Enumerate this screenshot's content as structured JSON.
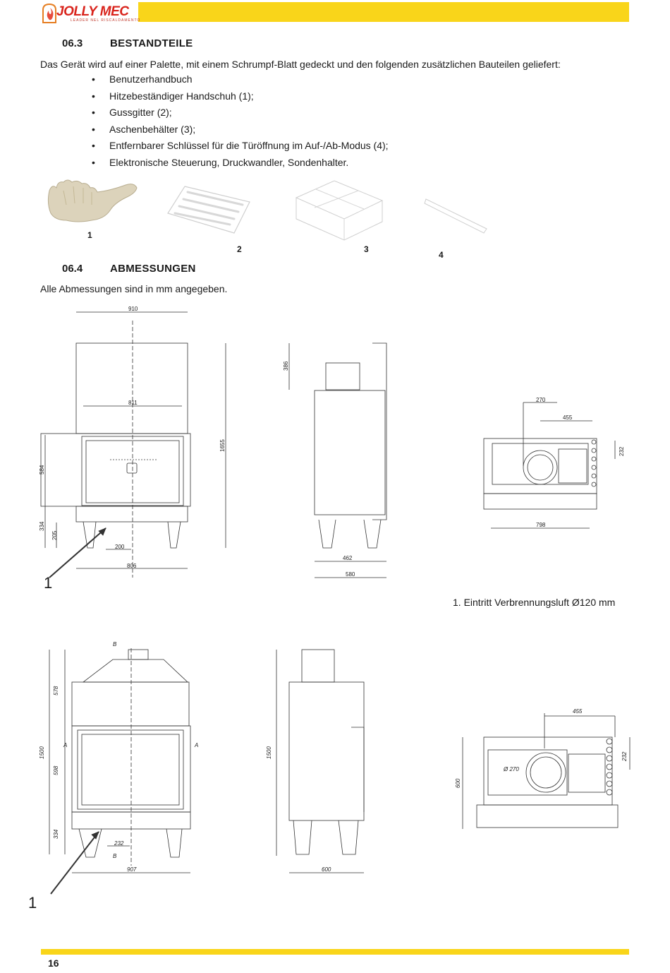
{
  "header": {
    "logo_text": "JOLLY MEC",
    "logo_tagline": "LEADER NEL RISCALDAMENTO",
    "accent_color": "#f9d51a",
    "logo_color": "#d9241c"
  },
  "section_components": {
    "number": "06.3",
    "title": "BESTANDTEILE",
    "intro": "Das Gerät wird auf einer Palette, mit einem Schrumpf-Blatt gedeckt und den folgenden zusätzlichen Bauteilen geliefert:",
    "items": [
      "Benutzerhandbuch",
      "Hitzebeständiger Handschuh (1);",
      "Gussgitter (2);",
      "Aschenbehälter (3);",
      "Entfernbarer Schlüssel für die Türöffnung im Auf-/Ab-Modus (4);",
      "Elektronische Steuerung, Druckwandler, Sondenhalter."
    ],
    "image_labels": [
      "1",
      "2",
      "3",
      "4"
    ]
  },
  "section_dimensions": {
    "number": "06.4",
    "title": "ABMESSUNGEN",
    "intro": "Alle Abmessungen sind in mm angegeben.",
    "caption": "1. Eintritt Verbrennungsluft Ø120 mm",
    "marker": "1"
  },
  "drawing1": {
    "front": {
      "width_top": "910",
      "width_inner": "811",
      "height_total": "1655",
      "height_door": "584",
      "height_base": "334",
      "height_inlet": "205",
      "inlet_offset": "200",
      "width_base": "806"
    },
    "side": {
      "height_flue": "386",
      "depth_base": "462",
      "depth_total": "580"
    },
    "top": {
      "flue_offset": "270",
      "flue_right": "455",
      "depth": "232",
      "width": "798"
    }
  },
  "drawing2": {
    "front": {
      "section_b": "B",
      "section_a": "A",
      "height_hood": "578",
      "height_total": "1500",
      "height_door": "598",
      "height_base": "334",
      "inlet_offset": "232",
      "width": "907"
    },
    "side": {
      "height_total": "1500",
      "depth": "600"
    },
    "top": {
      "flue_right": "455",
      "flue_diameter": "Ø 270",
      "depth_right": "232",
      "depth_total": "600"
    }
  },
  "footer": {
    "page_number": "16"
  }
}
